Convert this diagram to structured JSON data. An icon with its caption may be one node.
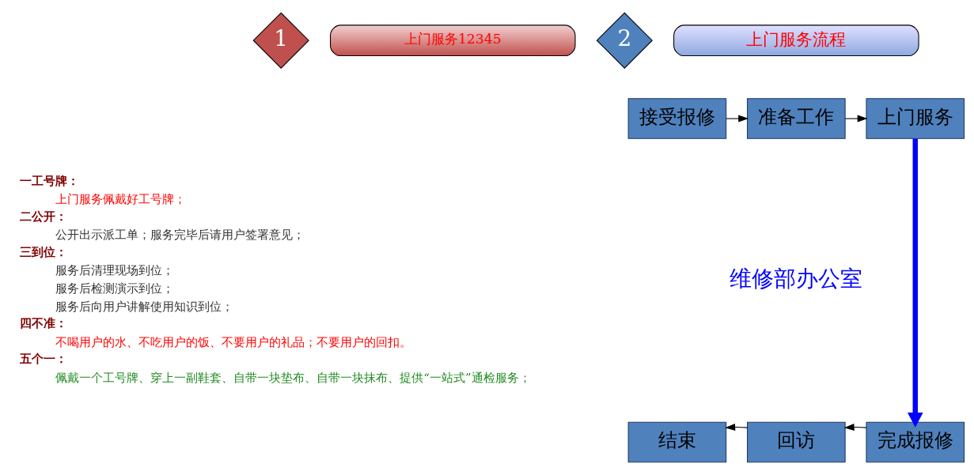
{
  "diagram": {
    "nodes": [
      {
        "text": [
          "1"
        ]
      },
      {
        "text": [
          "上门服务12345"
        ]
      },
      {
        "text": [
          "2"
        ]
      },
      {
        "text": [
          "上门服务流程"
        ]
      },
      {
        "text": [
          "接受报修"
        ]
      },
      {
        "text": [
          "准备工作"
        ]
      },
      {
        "text": [
          "上门服务"
        ]
      },
      {
        "text": [
          "完成报修"
        ]
      },
      {
        "text": [
          "回访"
        ]
      },
      {
        "text": [
          "结束"
        ]
      }
    ],
    "edges": [
      {
        "from": 4,
        "to": 5,
        "arrow": "to"
      },
      {
        "from": 5,
        "to": 6,
        "arrow": "to"
      },
      {
        "from": 6,
        "to": 7,
        "arrow": "to",
        "style": "thick",
        "color": "#0000ff"
      },
      {
        "from": 7,
        "to": 8,
        "arrow": "to"
      },
      {
        "from": 8,
        "to": 9,
        "arrow": "to"
      }
    ],
    "labels": [
      "一工号牌：",
      "上门服务佩戴好工号牌；",
      "二公开：",
      "公开出示派工单；服务完毕后请用户签署意见；",
      "三到位：",
      "服务后清理现场到位；",
      "服务后检测演示到位；",
      "服务后向用户讲解使用知识到位；",
      "四不准：",
      "不喝用户的水、不吃用户的饭、不要用户的礼品；不要用户的回扣。",
      "五个一：",
      "佩戴一个工号牌、穿上一副鞋套、自带一块垫布、自带一块抹布、提供“一站式”通检服务；",
      "维修部办公室"
    ]
  }
}
